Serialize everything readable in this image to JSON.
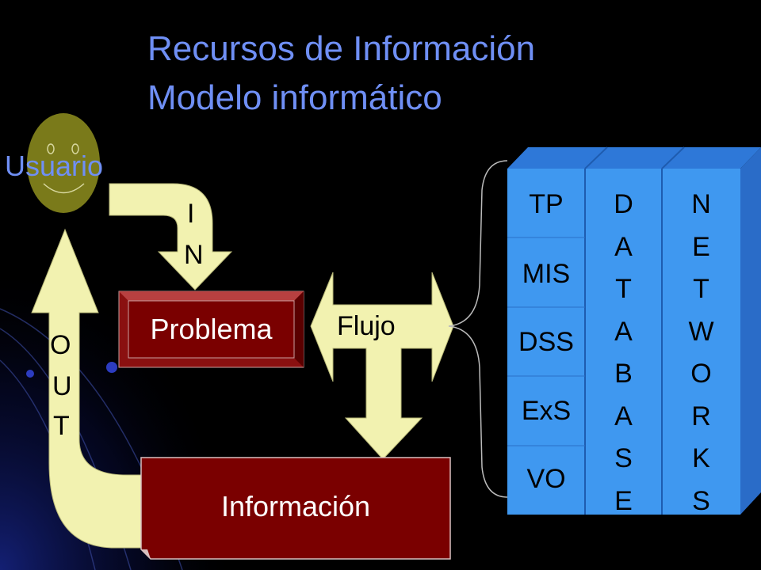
{
  "title": {
    "line1": "Recursos de Información",
    "line2": "Modelo informático"
  },
  "usuario": {
    "label": "Usuario"
  },
  "in_arrow": {
    "letters": [
      "I",
      "N"
    ]
  },
  "out_arrow": {
    "letters": [
      "O",
      "U",
      "T"
    ]
  },
  "problema": {
    "label": "Problema"
  },
  "flujo": {
    "label": "Flujo"
  },
  "informacion": {
    "label": "Información"
  },
  "systems": [
    "TP",
    "MIS",
    "DSS",
    "ExS",
    "VO"
  ],
  "database": {
    "letters": [
      "D",
      "A",
      "T",
      "A",
      "B",
      "A",
      "S",
      "E"
    ]
  },
  "networks": {
    "letters": [
      "N",
      "E",
      "T",
      "W",
      "O",
      "R",
      "K",
      "S"
    ]
  },
  "colors": {
    "background": "#000000",
    "title": "#6f8ff5",
    "arrow_fill": "#f2f2b0",
    "box_dark_red": "#7a0000",
    "smiley": "#7a7a1a",
    "column_blue": "#3f98f0",
    "column_top": "#2e78d8"
  }
}
